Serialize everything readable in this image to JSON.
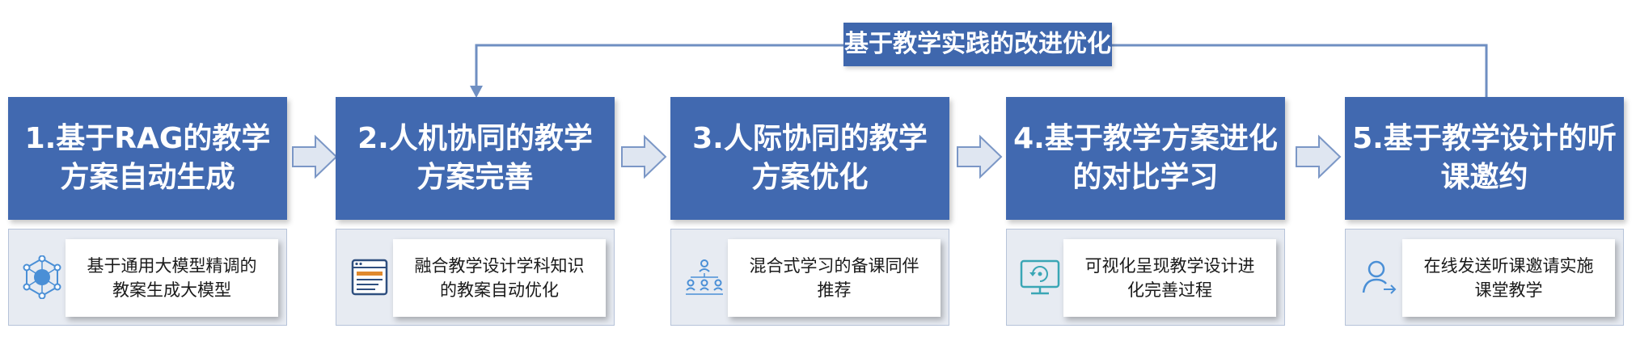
{
  "feedback": {
    "label": "基于教学实践的改进优化"
  },
  "steps": [
    {
      "title_line1": "1.基于RAG的教学",
      "title_line2": "方案自动生成",
      "desc_line1": "基于通用大模型精调的",
      "desc_line2": "教案生成大模型",
      "icon": "llm-network-icon"
    },
    {
      "title_line1": "2.人机协同的教学",
      "title_line2": "方案完善",
      "desc_line1": "融合教学设计学科知识",
      "desc_line2": "的教案自动优化",
      "icon": "document-window-icon"
    },
    {
      "title_line1": "3.人际协同的教学",
      "title_line2": "方案优化",
      "desc_line1": "混合式学习的备课同伴",
      "desc_line2": "推荐",
      "icon": "people-hierarchy-icon"
    },
    {
      "title_line1": "4.基于教学方案进化",
      "title_line2": "的对比学习",
      "desc_line1": "可视化呈现教学设计进",
      "desc_line2": "化完善过程",
      "icon": "monitor-cycle-icon"
    },
    {
      "title_line1": "5.基于教学设计的听",
      "title_line2": "课邀约",
      "desc_line1": "在线发送听课邀请实施",
      "desc_line2": "课堂教学",
      "icon": "user-invite-icon"
    }
  ],
  "colors": {
    "box": "#4169b0",
    "panel": "#e7ebf2",
    "arrow_fill": "#dfe6f1",
    "arrow_stroke": "#7b97c6",
    "line": "#6f8fc2"
  }
}
